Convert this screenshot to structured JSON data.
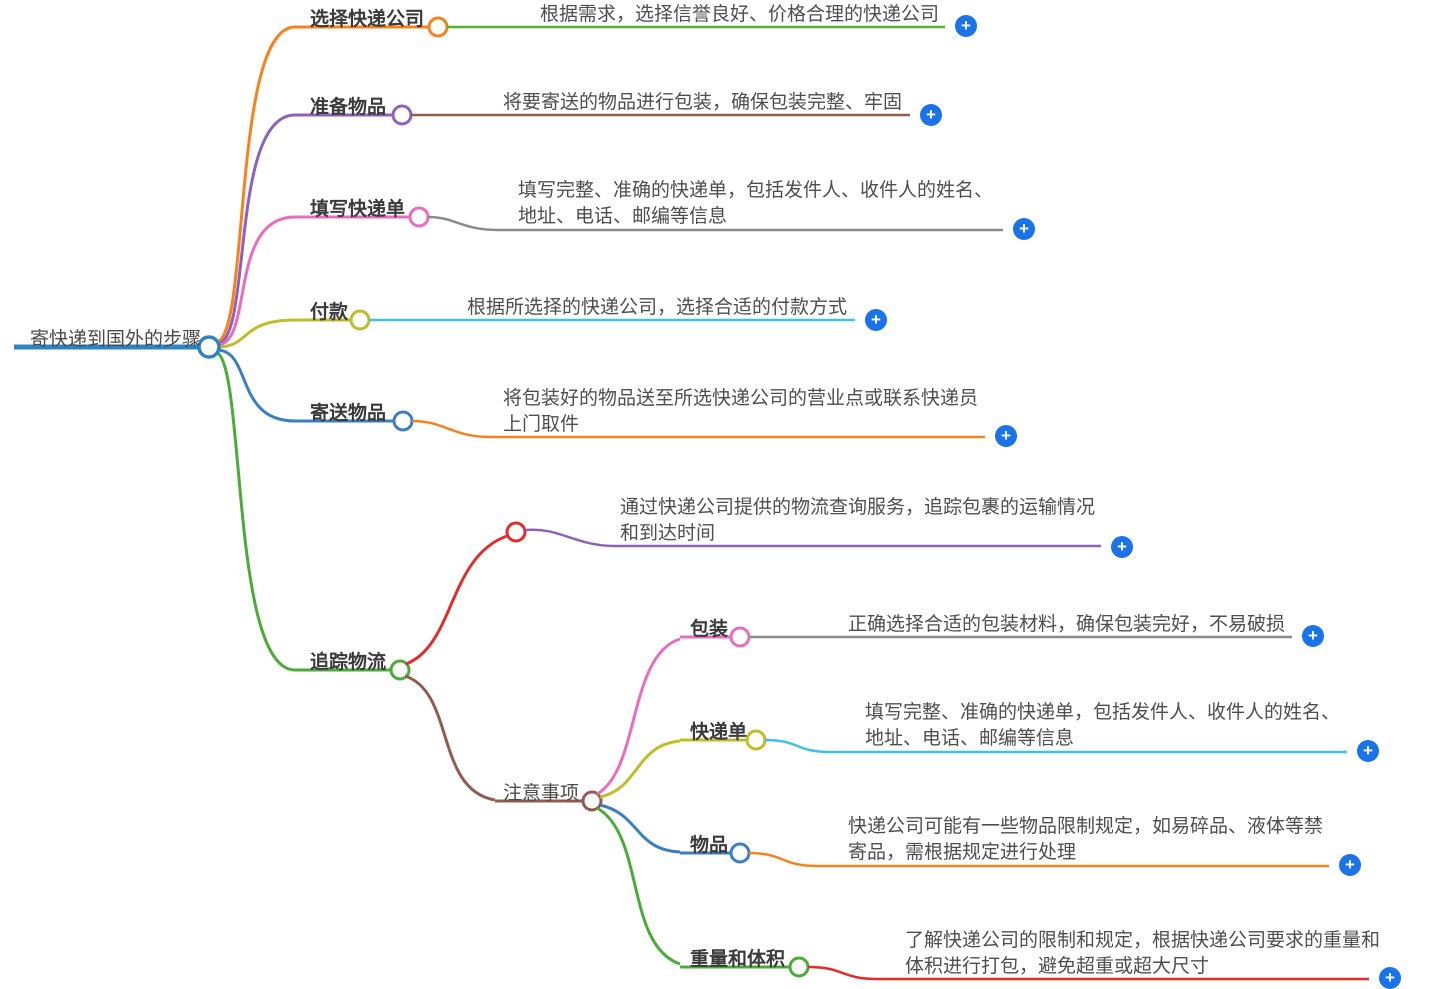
{
  "root": {
    "label": "寄快递到国外的步骤"
  },
  "branches": [
    {
      "label": "选择快递公司",
      "desc": "根据需求，选择信誉良好、价格合理的快递公司"
    },
    {
      "label": "准备物品",
      "desc": "将要寄送的物品进行包装，确保包装完整、牢固"
    },
    {
      "label": "填写快递单",
      "desc": "填写完整、准确的快递单，包括发件人、收件人的姓名、地址、电话、邮编等信息"
    },
    {
      "label": "付款",
      "desc": "根据所选择的快递公司，选择合适的付款方式"
    },
    {
      "label": "寄送物品",
      "desc": "将包装好的物品送至所选快递公司的营业点或联系快递员上门取件"
    },
    {
      "label": "追踪物流",
      "children": [
        {
          "label": "",
          "desc": "通过快递公司提供的物流查询服务，追踪包裹的运输情况和到达时间"
        },
        {
          "label": "注意事项",
          "children": [
            {
              "label": "包装",
              "desc": "正确选择合适的包装材料，确保包装完好，不易破损"
            },
            {
              "label": "快递单",
              "desc": "填写完整、准确的快递单，包括发件人、收件人的姓名、地址、电话、邮编等信息"
            },
            {
              "label": "物品",
              "desc": "快递公司可能有一些物品限制规定，如易碎品、液体等禁寄品，需根据规定进行处理"
            },
            {
              "label": "重量和体积",
              "desc": "了解快递公司的限制和规定，根据快递公司要求的重量和体积进行打包，避免超重或超大尺寸"
            }
          ]
        }
      ]
    }
  ],
  "icons": {
    "add": "+"
  },
  "colors": {
    "root_blue": "#2e83c6",
    "orange": "#f7821b",
    "purple": "#9061ba",
    "pink": "#e86cc0",
    "yellow": "#bebe27",
    "cyan": "#3ec1e6",
    "blue": "#3a7fc1",
    "green": "#4aab38",
    "desc_green": "#53b332",
    "brown": "#935a4e",
    "red": "#e12d2d",
    "gray": "#8a8a8a",
    "plus_blue": "#1a73e8"
  }
}
